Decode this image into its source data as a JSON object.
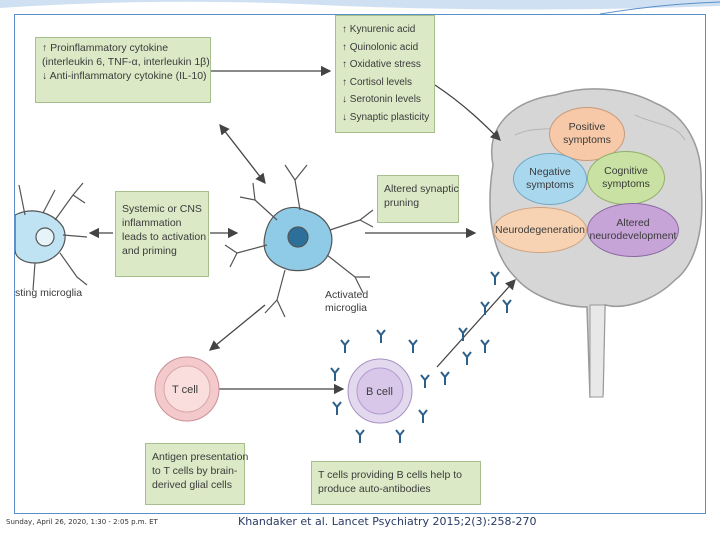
{
  "boxes": {
    "cytokine": [
      "↑ Proinflammatory cytokine",
      "   (interleukin 6, TNF-α, interleukin 1β)",
      "↓ Anti-inflammatory cytokine (IL-10)"
    ],
    "brain_effects": [
      "↑ Kynurenic acid",
      "↑ Quinolonic acid",
      "↑ Oxidative stress",
      "↑ Cortisol levels",
      "↓ Serotonin levels",
      "↓ Synaptic plasticity"
    ],
    "systemic": [
      "Systemic or CNS",
      "inflammation",
      "leads to activation",
      "and priming"
    ],
    "pruning": [
      "Altered synaptic",
      "pruning"
    ],
    "antigen": [
      "Antigen presentation",
      "to T cells by brain-",
      "derived glial cells"
    ],
    "tcell_help": [
      "T cells providing B cells help to",
      "produce auto-antibodies"
    ]
  },
  "labels": {
    "resting": "sting microglia",
    "activated": [
      "Activated",
      "microglia"
    ],
    "t_cell": "T cell",
    "b_cell": "B cell"
  },
  "brain_regions": {
    "positive": [
      "Positive",
      "symptoms"
    ],
    "negative": [
      "Negative",
      "symptoms"
    ],
    "cognitive": [
      "Cognitive",
      "symptoms"
    ],
    "neurodegeneration": [
      "Neurodegeneration"
    ],
    "neurodevelopment": [
      "Altered",
      "neurodevelopment"
    ]
  },
  "colors": {
    "box_fill": "#dbe9c6",
    "positive": "#f7c9a8",
    "negative": "#a9d7ee",
    "cognitive": "#c9e2a3",
    "neurodegeneration": "#f7d3b3",
    "neurodevelopment": "#c7a4d8",
    "microglia": "#9ed3ea",
    "frame": "#5b8fc9"
  },
  "footer": {
    "date": "Sunday, April 26, 2020, 1:30 - 2:05 p.m. ET",
    "citation": "Khandaker et al. Lancet Psychiatry 2015;2(3):258-270"
  }
}
